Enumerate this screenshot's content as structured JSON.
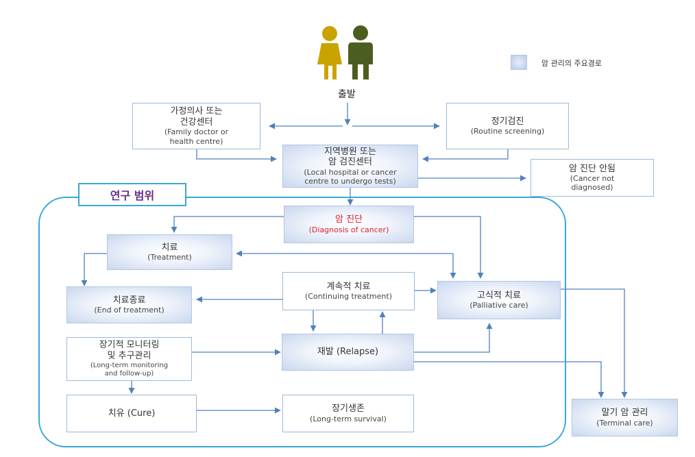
{
  "legend": {
    "label": "암 관리의 주요경로"
  },
  "start": {
    "label": "출발"
  },
  "scope": {
    "label": "연구 범위"
  },
  "nodes": {
    "family": {
      "ko": "가정의사 또는\n건강센터",
      "en": "(Family doctor or\nhealth centre)"
    },
    "screening": {
      "ko": "정기검진",
      "en": "(Routine screening)"
    },
    "local": {
      "ko": "지역병원 또는\n암 검진센터",
      "en": "(Local hospital or cancer\ncentre to undergo tests)"
    },
    "notdiag": {
      "ko": "암 진단 안됨",
      "en": "(Cancer not\ndiagnosed)"
    },
    "diagnosis": {
      "ko": "암 진단",
      "en": "(Diagnosis of cancer)"
    },
    "treatment": {
      "ko": "치료",
      "en": "(Treatment)"
    },
    "continuing": {
      "ko": "계속적 치료",
      "en": "(Continuing treatment)"
    },
    "palliative": {
      "ko": "고식적 치료",
      "en": "(Palliative care)"
    },
    "endtreat": {
      "ko": "치료종료",
      "en": "(End of treatment)"
    },
    "monitoring": {
      "ko": "장기적 모니터링\n및 추구관리",
      "en": "(Long-term monitoring\nand follow-up)"
    },
    "relapse": {
      "label": "재발 (Relapse)"
    },
    "cure": {
      "label": "치유 (Cure)"
    },
    "survival": {
      "ko": "장기생존",
      "en": "(Long-term survival)"
    },
    "terminal": {
      "ko": "말기 암 관리",
      "en": "(Terminal care)"
    }
  },
  "colors": {
    "arrow": "#4f81bd",
    "scope_border": "#3aa7d6",
    "scope_label": "#6a2c8c",
    "diagnosis_text": "#e0202a",
    "highlight": "#c9d7ee"
  },
  "icons": [
    "woman-icon",
    "man-icon"
  ]
}
